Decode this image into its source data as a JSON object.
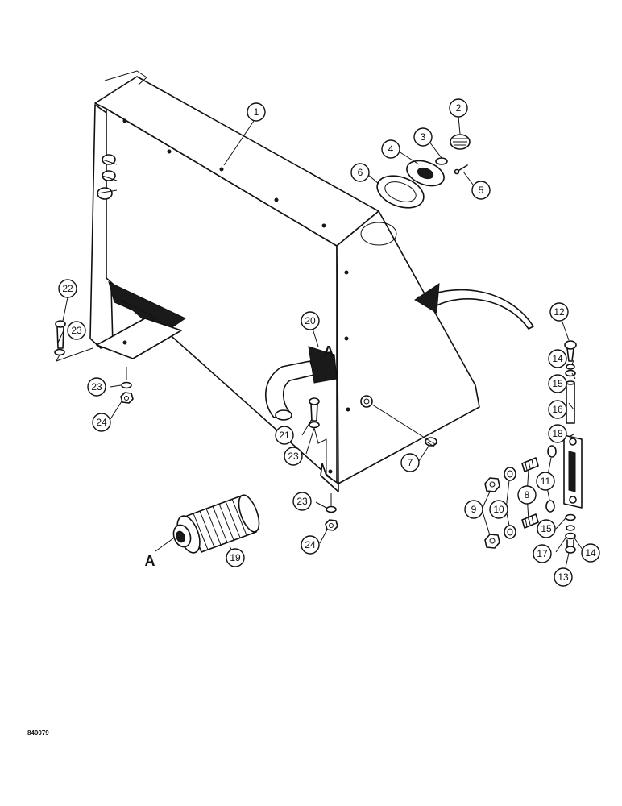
{
  "callouts": {
    "c1": "1",
    "c2": "2",
    "c3": "3",
    "c4": "4",
    "c5": "5",
    "c6": "6",
    "c7": "7",
    "c8": "8",
    "c9": "9",
    "c10": "10",
    "c11": "11",
    "c12": "12",
    "c13": "13",
    "c14a": "14",
    "c14b": "14",
    "c15a": "15",
    "c15b": "15",
    "c16": "16",
    "c17": "17",
    "c18": "18",
    "c19": "19",
    "c20": "20",
    "c21": "21",
    "c22": "22",
    "c23a": "23",
    "c23b": "23",
    "c23c": "23",
    "c23d": "23",
    "c24a": "24",
    "c24b": "24"
  },
  "reference_letters": {
    "filter_ref": "A",
    "tank_ref": "A"
  },
  "drawing_number": "840079"
}
